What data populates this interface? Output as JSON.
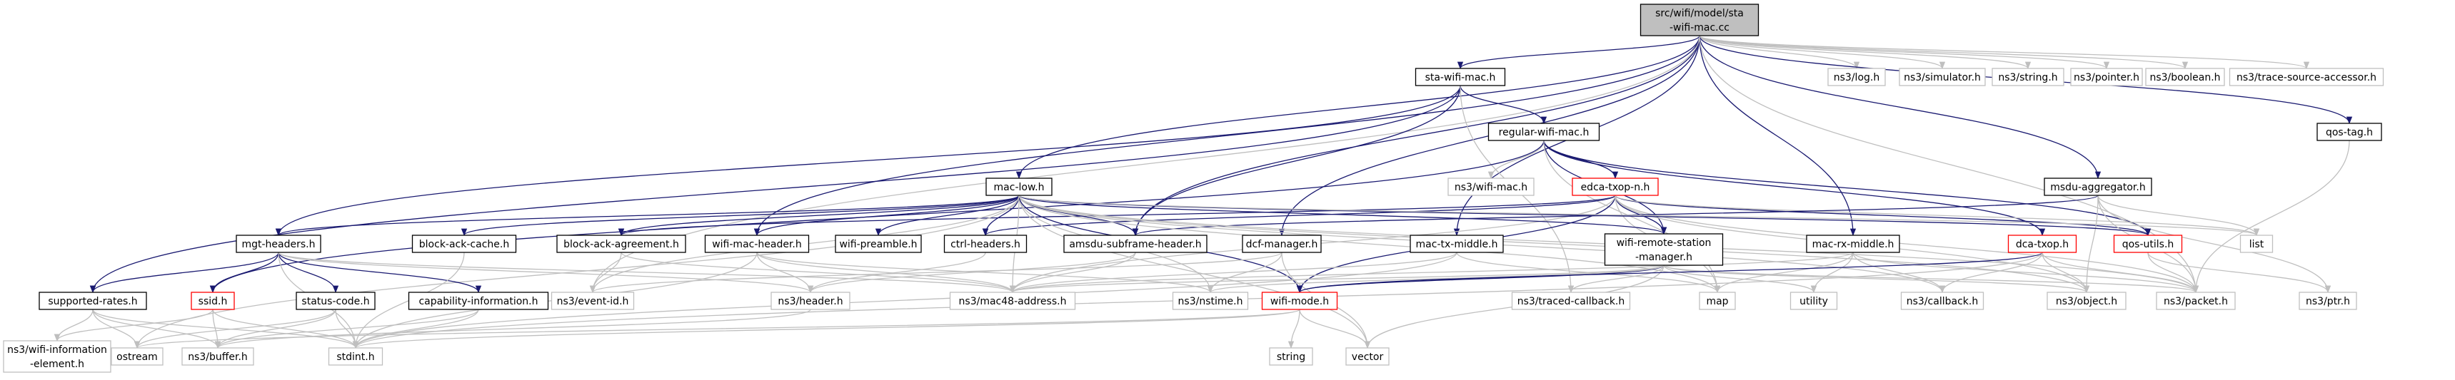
{
  "diagram": {
    "colors": {
      "root_fill": "#bfbfbf",
      "fill": "#ffffff",
      "border": "#000000",
      "missing_border": "#bfbfbf",
      "error_border": "#ff0000",
      "edge": "#191970",
      "edge_missing": "#bfbfbf"
    },
    "nodes": [
      {
        "id": "root",
        "lines": [
          "src/wifi/model/sta",
          "-wifi-mac.cc"
        ],
        "kind": "root"
      },
      {
        "id": "sta_wifi_mac",
        "lines": [
          "sta-wifi-mac.h"
        ],
        "kind": "normal"
      },
      {
        "id": "ns3_log",
        "lines": [
          "ns3/log.h"
        ],
        "kind": "missing"
      },
      {
        "id": "ns3_simulator",
        "lines": [
          "ns3/simulator.h"
        ],
        "kind": "missing"
      },
      {
        "id": "ns3_string",
        "lines": [
          "ns3/string.h"
        ],
        "kind": "missing"
      },
      {
        "id": "ns3_pointer",
        "lines": [
          "ns3/pointer.h"
        ],
        "kind": "missing"
      },
      {
        "id": "ns3_boolean",
        "lines": [
          "ns3/boolean.h"
        ],
        "kind": "missing"
      },
      {
        "id": "ns3_tsa",
        "lines": [
          "ns3/trace-source-accessor.h"
        ],
        "kind": "missing"
      },
      {
        "id": "qos_tag",
        "lines": [
          "qos-tag.h"
        ],
        "kind": "normal"
      },
      {
        "id": "regular_wifi_mac",
        "lines": [
          "regular-wifi-mac.h"
        ],
        "kind": "normal"
      },
      {
        "id": "ns3_wifi_mac",
        "lines": [
          "ns3/wifi-mac.h"
        ],
        "kind": "missing"
      },
      {
        "id": "edca_txop_n",
        "lines": [
          "edca-txop-n.h"
        ],
        "kind": "error"
      },
      {
        "id": "msdu_aggregator",
        "lines": [
          "msdu-aggregator.h"
        ],
        "kind": "normal"
      },
      {
        "id": "mac_low",
        "lines": [
          "mac-low.h"
        ],
        "kind": "normal"
      },
      {
        "id": "mgt_headers",
        "lines": [
          "mgt-headers.h"
        ],
        "kind": "normal"
      },
      {
        "id": "block_ack_cache",
        "lines": [
          "block-ack-cache.h"
        ],
        "kind": "normal"
      },
      {
        "id": "block_ack_agreement",
        "lines": [
          "block-ack-agreement.h"
        ],
        "kind": "normal"
      },
      {
        "id": "wifi_mac_header",
        "lines": [
          "wifi-mac-header.h"
        ],
        "kind": "normal"
      },
      {
        "id": "wifi_preamble",
        "lines": [
          "wifi-preamble.h"
        ],
        "kind": "normal"
      },
      {
        "id": "ctrl_headers",
        "lines": [
          "ctrl-headers.h"
        ],
        "kind": "normal"
      },
      {
        "id": "amsdu_subframe_header",
        "lines": [
          "amsdu-subframe-header.h"
        ],
        "kind": "normal"
      },
      {
        "id": "dcf_manager",
        "lines": [
          "dcf-manager.h"
        ],
        "kind": "normal"
      },
      {
        "id": "mac_tx_middle",
        "lines": [
          "mac-tx-middle.h"
        ],
        "kind": "normal"
      },
      {
        "id": "wifi_remote_station_manager",
        "lines": [
          "wifi-remote-station",
          "-manager.h"
        ],
        "kind": "normal"
      },
      {
        "id": "mac_rx_middle",
        "lines": [
          "mac-rx-middle.h"
        ],
        "kind": "normal"
      },
      {
        "id": "dca_txop",
        "lines": [
          "dca-txop.h"
        ],
        "kind": "error"
      },
      {
        "id": "qos_utils",
        "lines": [
          "qos-utils.h"
        ],
        "kind": "error"
      },
      {
        "id": "list",
        "lines": [
          "list"
        ],
        "kind": "missing"
      },
      {
        "id": "supported_rates",
        "lines": [
          "supported-rates.h"
        ],
        "kind": "normal"
      },
      {
        "id": "ssid",
        "lines": [
          "ssid.h"
        ],
        "kind": "error"
      },
      {
        "id": "status_code",
        "lines": [
          "status-code.h"
        ],
        "kind": "normal"
      },
      {
        "id": "capability_information",
        "lines": [
          "capability-information.h"
        ],
        "kind": "normal"
      },
      {
        "id": "ns3_event_id",
        "lines": [
          "ns3/event-id.h"
        ],
        "kind": "missing"
      },
      {
        "id": "ns3_header",
        "lines": [
          "ns3/header.h"
        ],
        "kind": "missing"
      },
      {
        "id": "ns3_mac48_address",
        "lines": [
          "ns3/mac48-address.h"
        ],
        "kind": "missing"
      },
      {
        "id": "ns3_nstime",
        "lines": [
          "ns3/nstime.h"
        ],
        "kind": "missing"
      },
      {
        "id": "wifi_mode",
        "lines": [
          "wifi-mode.h"
        ],
        "kind": "error"
      },
      {
        "id": "ns3_traced_callback",
        "lines": [
          "ns3/traced-callback.h"
        ],
        "kind": "missing"
      },
      {
        "id": "map",
        "lines": [
          "map"
        ],
        "kind": "missing"
      },
      {
        "id": "utility",
        "lines": [
          "utility"
        ],
        "kind": "missing"
      },
      {
        "id": "ns3_callback",
        "lines": [
          "ns3/callback.h"
        ],
        "kind": "missing"
      },
      {
        "id": "ns3_object",
        "lines": [
          "ns3/object.h"
        ],
        "kind": "missing"
      },
      {
        "id": "ns3_packet",
        "lines": [
          "ns3/packet.h"
        ],
        "kind": "missing"
      },
      {
        "id": "ns3_ptr",
        "lines": [
          "ns3/ptr.h"
        ],
        "kind": "missing"
      },
      {
        "id": "ns3_wifi_information_element",
        "lines": [
          "ns3/wifi-information",
          "-element.h"
        ],
        "kind": "missing"
      },
      {
        "id": "ostream",
        "lines": [
          "ostream"
        ],
        "kind": "missing"
      },
      {
        "id": "ns3_buffer",
        "lines": [
          "ns3/buffer.h"
        ],
        "kind": "missing"
      },
      {
        "id": "stdint",
        "lines": [
          "stdint.h"
        ],
        "kind": "missing"
      },
      {
        "id": "string",
        "lines": [
          "string"
        ],
        "kind": "missing"
      },
      {
        "id": "vector",
        "lines": [
          "vector"
        ],
        "kind": "missing"
      }
    ],
    "edges": [
      [
        "root",
        "sta_wifi_mac"
      ],
      [
        "root",
        "ns3_log"
      ],
      [
        "root",
        "ns3_simulator"
      ],
      [
        "root",
        "ns3_string"
      ],
      [
        "root",
        "ns3_pointer"
      ],
      [
        "root",
        "ns3_boolean"
      ],
      [
        "root",
        "ns3_tsa"
      ],
      [
        "root",
        "mac_low"
      ],
      [
        "root",
        "wifi_mac_header"
      ],
      [
        "root",
        "amsdu_subframe_header"
      ],
      [
        "root",
        "dcf_manager"
      ],
      [
        "root",
        "mac_tx_middle"
      ],
      [
        "root",
        "mac_rx_middle"
      ],
      [
        "root",
        "msdu_aggregator"
      ],
      [
        "root",
        "qos_tag"
      ],
      [
        "root",
        "ns3_packet"
      ],
      [
        "root",
        "ns3_event_id"
      ],
      [
        "sta_wifi_mac",
        "regular_wifi_mac"
      ],
      [
        "sta_wifi_mac",
        "mgt_headers"
      ],
      [
        "sta_wifi_mac",
        "supported_rates"
      ],
      [
        "sta_wifi_mac",
        "amsdu_subframe_header"
      ],
      [
        "sta_wifi_mac",
        "ns3_traced_callback"
      ],
      [
        "regular_wifi_mac",
        "ns3_wifi_mac"
      ],
      [
        "regular_wifi_mac",
        "edca_txop_n"
      ],
      [
        "regular_wifi_mac",
        "dca_txop"
      ],
      [
        "regular_wifi_mac",
        "wifi_remote_station_manager"
      ],
      [
        "regular_wifi_mac",
        "qos_utils"
      ],
      [
        "regular_wifi_mac",
        "ssid"
      ],
      [
        "regular_wifi_mac",
        "map"
      ],
      [
        "edca_txop_n",
        "ctrl_headers"
      ],
      [
        "edca_txop_n",
        "block_ack_agreement"
      ],
      [
        "edca_txop_n",
        "wifi_remote_station_manager"
      ],
      [
        "edca_txop_n",
        "qos_utils"
      ],
      [
        "edca_txop_n",
        "wifi_mode"
      ],
      [
        "edca_txop_n",
        "map"
      ],
      [
        "edca_txop_n",
        "list"
      ],
      [
        "edca_txop_n",
        "ns3_packet"
      ],
      [
        "edca_txop_n",
        "ns3_object"
      ],
      [
        "edca_txop_n",
        "ns3_mac48_address"
      ],
      [
        "msdu_aggregator",
        "amsdu_subframe_header"
      ],
      [
        "msdu_aggregator",
        "list"
      ],
      [
        "msdu_aggregator",
        "ns3_packet"
      ],
      [
        "msdu_aggregator",
        "ns3_ptr"
      ],
      [
        "msdu_aggregator",
        "ns3_object"
      ],
      [
        "mac_low",
        "mgt_headers"
      ],
      [
        "mac_low",
        "block_ack_cache"
      ],
      [
        "mac_low",
        "block_ack_agreement"
      ],
      [
        "mac_low",
        "wifi_mac_header"
      ],
      [
        "mac_low",
        "wifi_preamble"
      ],
      [
        "mac_low",
        "ctrl_headers"
      ],
      [
        "mac_low",
        "amsdu_subframe_header"
      ],
      [
        "mac_low",
        "wifi_remote_station_manager"
      ],
      [
        "mac_low",
        "qos_utils"
      ],
      [
        "mac_low",
        "list"
      ],
      [
        "mac_low",
        "map"
      ],
      [
        "mac_low",
        "vector"
      ],
      [
        "mac_low",
        "ns3_packet"
      ],
      [
        "mac_low",
        "ns3_nstime"
      ],
      [
        "mac_low",
        "ns3_mac48_address"
      ],
      [
        "mac_low",
        "ns3_event_id"
      ],
      [
        "mac_low",
        "wifi_mode"
      ],
      [
        "mac_low",
        "ns3_callback"
      ],
      [
        "mac_low",
        "ns3_object"
      ],
      [
        "mac_low",
        "ostream"
      ],
      [
        "mgt_headers",
        "supported_rates"
      ],
      [
        "mgt_headers",
        "ssid"
      ],
      [
        "mgt_headers",
        "status_code"
      ],
      [
        "mgt_headers",
        "capability_information"
      ],
      [
        "mgt_headers",
        "ns3_mac48_address"
      ],
      [
        "mgt_headers",
        "ns3_header"
      ],
      [
        "mgt_headers",
        "stdint"
      ],
      [
        "block_ack_cache",
        "stdint"
      ],
      [
        "block_ack_agreement",
        "ns3_mac48_address"
      ],
      [
        "block_ack_agreement",
        "ns3_event_id"
      ],
      [
        "wifi_mac_header",
        "ns3_header"
      ],
      [
        "wifi_mac_header",
        "ns3_mac48_address"
      ],
      [
        "wifi_mac_header",
        "ns3_nstime"
      ],
      [
        "wifi_mac_header",
        "stdint"
      ],
      [
        "ctrl_headers",
        "ns3_header"
      ],
      [
        "amsdu_subframe_header",
        "ns3_header"
      ],
      [
        "amsdu_subframe_header",
        "ns3_mac48_address"
      ],
      [
        "dcf_manager",
        "ns3_nstime"
      ],
      [
        "dcf_manager",
        "ns3_event_id"
      ],
      [
        "dcf_manager",
        "vector"
      ],
      [
        "mac_tx_middle",
        "map"
      ],
      [
        "mac_tx_middle",
        "ns3_mac48_address"
      ],
      [
        "mac_tx_middle",
        "stdint"
      ],
      [
        "wifi_remote_station_manager",
        "vector"
      ],
      [
        "wifi_remote_station_manager",
        "utility"
      ],
      [
        "wifi_remote_station_manager",
        "ns3_mac48_address"
      ],
      [
        "wifi_remote_station_manager",
        "ns3_traced_callback"
      ],
      [
        "wifi_remote_station_manager",
        "ns3_packet"
      ],
      [
        "wifi_remote_station_manager",
        "ns3_object"
      ],
      [
        "wifi_remote_station_manager",
        "wifi_mode"
      ],
      [
        "wifi_remote_station_manager",
        "ns3_nstime"
      ],
      [
        "mac_rx_middle",
        "map"
      ],
      [
        "mac_rx_middle",
        "utility"
      ],
      [
        "mac_rx_middle",
        "ns3_callback"
      ],
      [
        "mac_rx_middle",
        "ns3_packet"
      ],
      [
        "mac_rx_middle",
        "ns3_mac48_address"
      ],
      [
        "dca_txop",
        "ns3_callback"
      ],
      [
        "dca_txop",
        "ns3_packet"
      ],
      [
        "dca_txop",
        "ns3_object"
      ],
      [
        "dca_txop",
        "wifi_mode"
      ],
      [
        "dca_txop",
        "stdint"
      ],
      [
        "qos_utils",
        "ns3_ptr"
      ],
      [
        "qos_utils",
        "ns3_packet"
      ],
      [
        "qos_tag",
        "ns3_packet"
      ],
      [
        "supported_rates",
        "ns3_buffer"
      ],
      [
        "supported_rates",
        "ns3_wifi_information_element"
      ],
      [
        "supported_rates",
        "ostream"
      ],
      [
        "supported_rates",
        "stdint"
      ],
      [
        "ssid",
        "ns3_buffer"
      ],
      [
        "ssid",
        "ns3_wifi_information_element"
      ],
      [
        "ssid",
        "stdint"
      ],
      [
        "status_code",
        "ostream"
      ],
      [
        "status_code",
        "ns3_buffer"
      ],
      [
        "status_code",
        "stdint"
      ],
      [
        "capability_information",
        "ns3_buffer"
      ],
      [
        "capability_information",
        "stdint"
      ],
      [
        "wifi_mode",
        "string"
      ],
      [
        "wifi_mode",
        "vector"
      ],
      [
        "wifi_mode",
        "ostream"
      ],
      [
        "wifi_mode",
        "stdint"
      ],
      [
        "ns3_header",
        "ns3_buffer"
      ]
    ]
  }
}
